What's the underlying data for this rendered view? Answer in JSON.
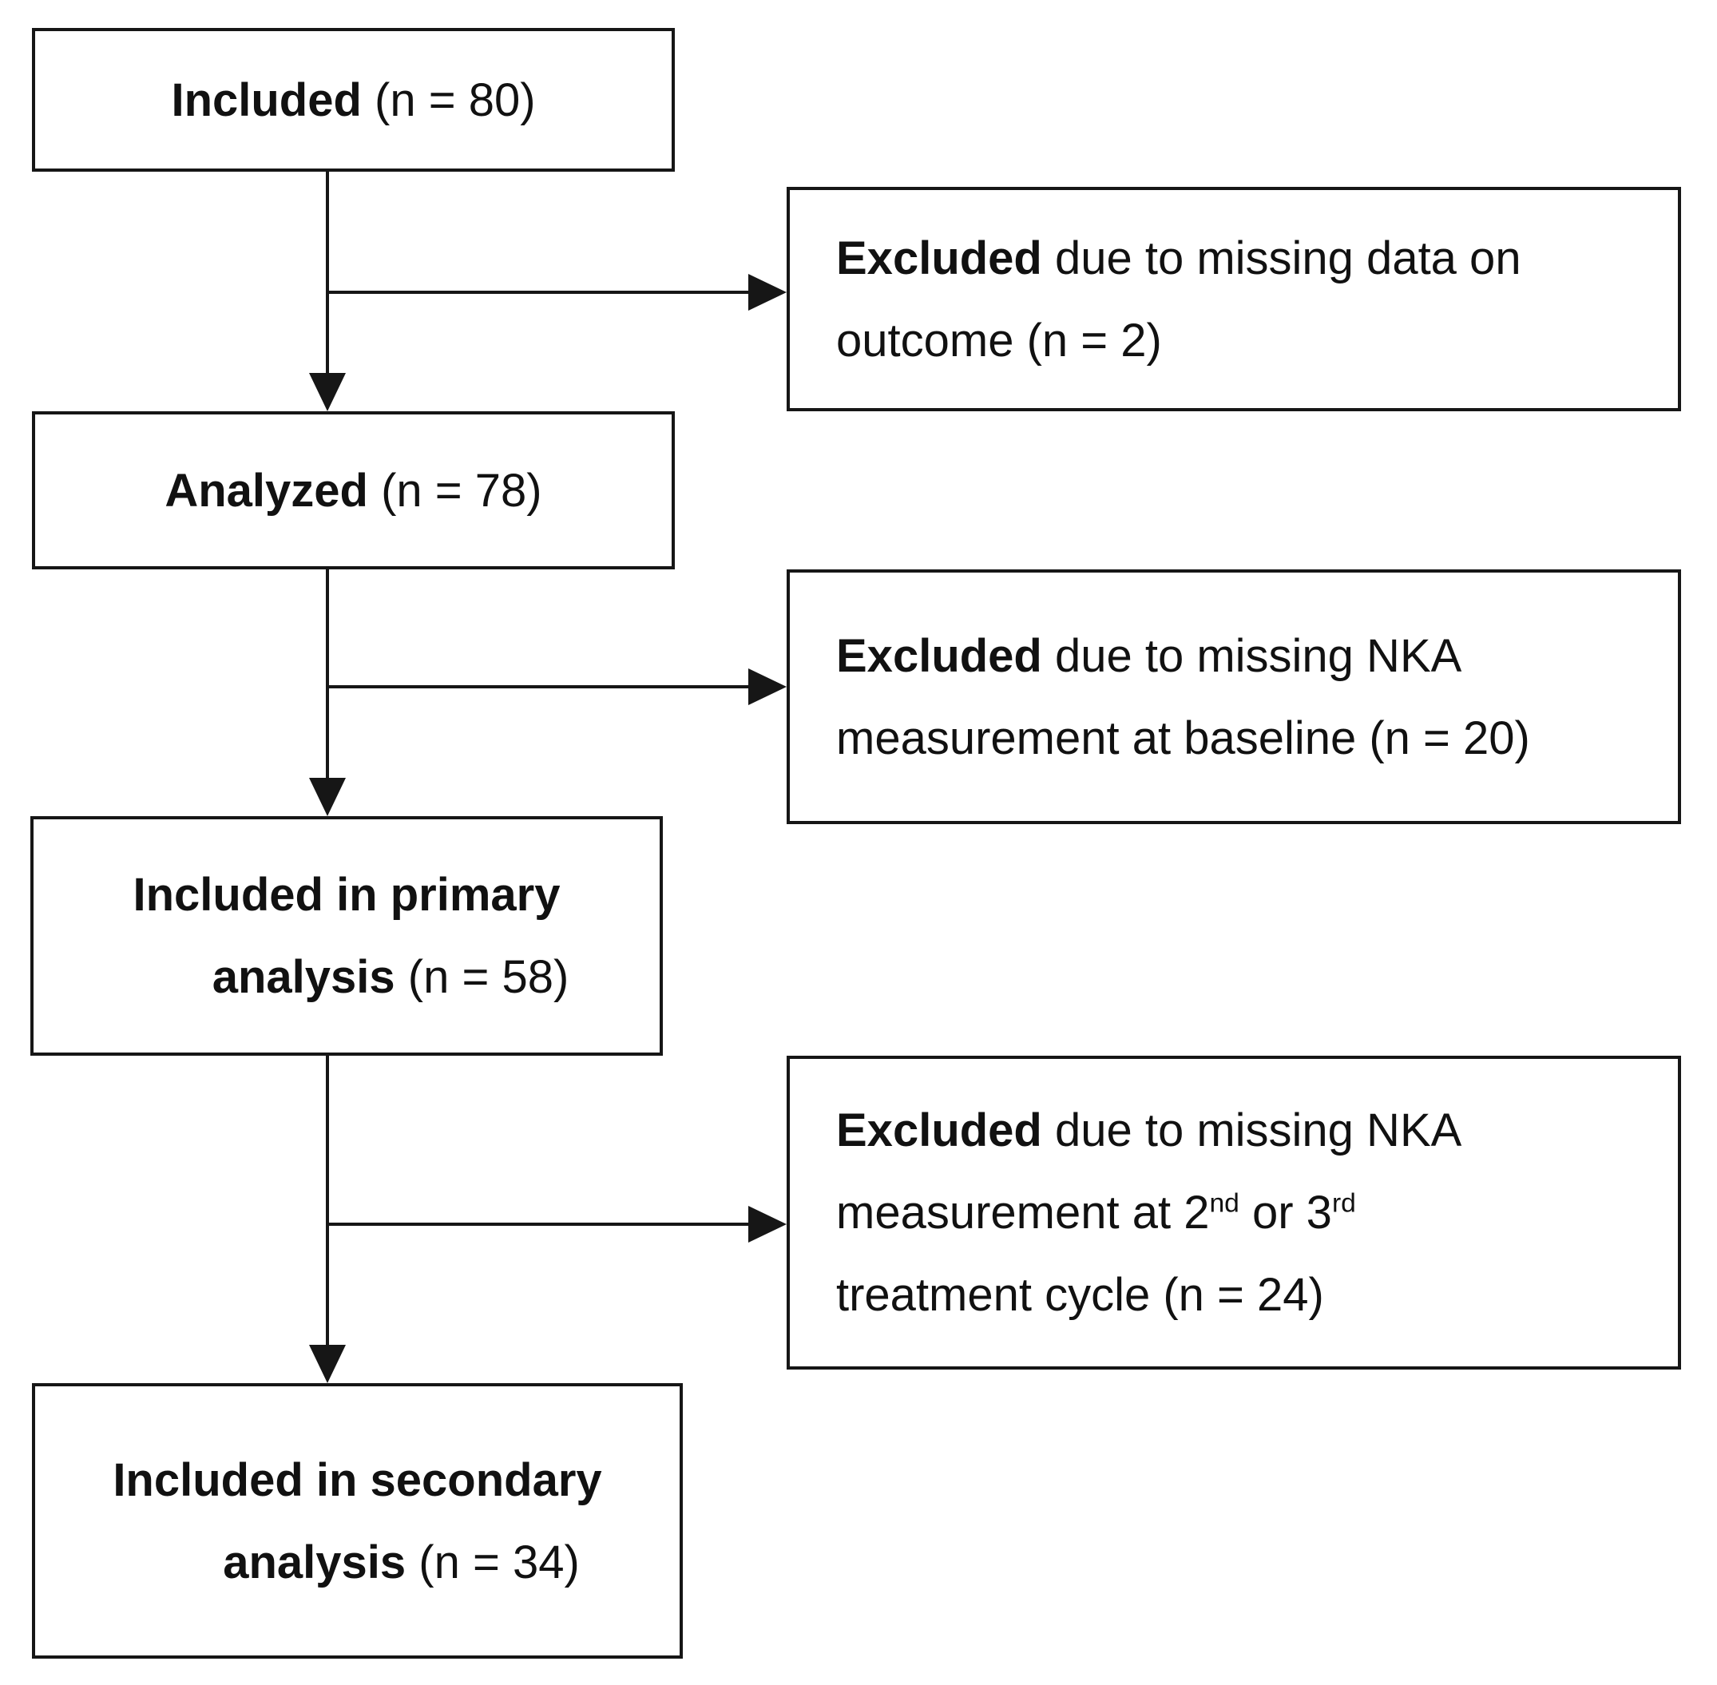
{
  "flow": {
    "nodes": [
      {
        "bold": "Included",
        "rest": " (n = 80)"
      },
      {
        "bold": "Analyzed",
        "rest": " (n = 78)"
      },
      {
        "line1": "Included in primary",
        "line2_bold": "analysis",
        "line2_rest": " (n = 58)"
      },
      {
        "line1": "Included in secondary",
        "line2_bold": "analysis",
        "line2_rest": " (n = 34)"
      }
    ],
    "exclusions": [
      {
        "bold": "Excluded",
        "line1_rest": " due to missing data on",
        "line2": "outcome (n = 2)"
      },
      {
        "bold": "Excluded",
        "line1_rest": " due to missing NKA",
        "line2": "measurement at baseline (n = 20)"
      },
      {
        "bold": "Excluded",
        "line1_rest": " due to missing NKA",
        "line2_pre": "measurement at 2",
        "sup1": "nd",
        "line2_mid": " or 3",
        "sup2": "rd",
        "line3": "treatment cycle (n = 24)"
      }
    ],
    "colors": {
      "line": "#161616",
      "text": "#111111",
      "background": "#ffffff"
    }
  }
}
